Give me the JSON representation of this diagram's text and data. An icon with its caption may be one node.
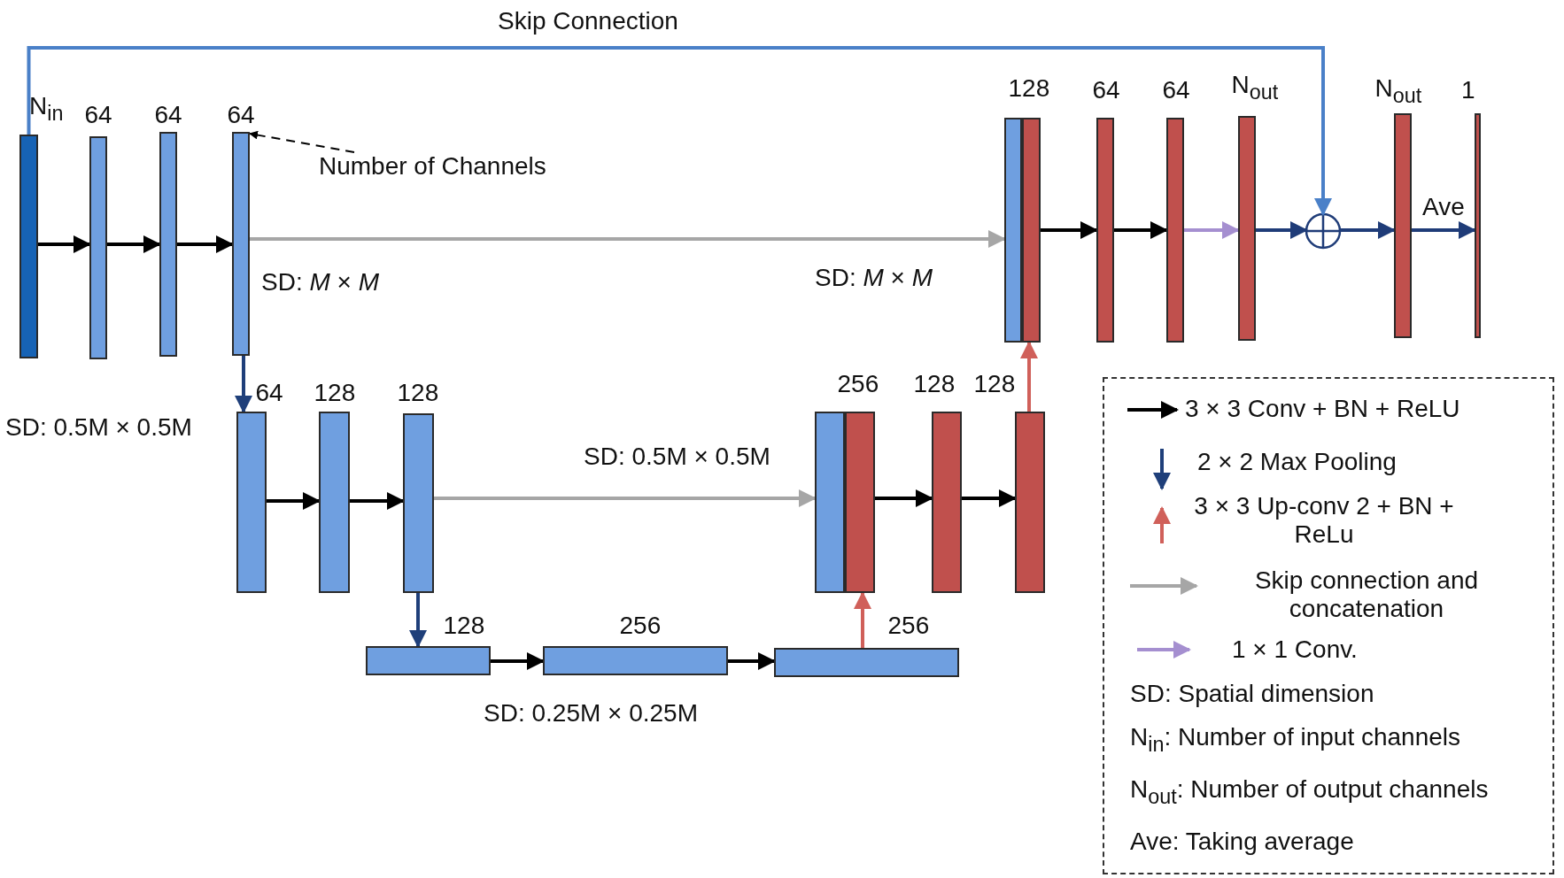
{
  "diagram": {
    "nodes": [
      {
        "text": [],
        "shape": "bar",
        "beside": [
          "N$_{in}$"
        ]
      },
      {
        "text": [],
        "shape": "bar",
        "beside": [
          "64"
        ]
      },
      {
        "text": [],
        "shape": "bar",
        "beside": [
          "64"
        ]
      },
      {
        "text": [],
        "shape": "bar",
        "beside": [
          "64"
        ]
      },
      {
        "text": [],
        "shape": "bar",
        "beside": [
          "64"
        ]
      },
      {
        "text": [],
        "shape": "bar",
        "beside": [
          "128"
        ]
      },
      {
        "text": [],
        "shape": "bar",
        "beside": [
          "128"
        ]
      },
      {
        "text": [],
        "shape": "bar",
        "beside": [
          "128"
        ]
      },
      {
        "text": [],
        "shape": "bar",
        "beside": [
          "256"
        ]
      },
      {
        "text": [],
        "shape": "bar",
        "beside": [
          "256"
        ]
      },
      {
        "text": [],
        "shape": "bar"
      },
      {
        "text": [],
        "shape": "bar",
        "beside": [
          "256"
        ]
      },
      {
        "text": [],
        "shape": "bar",
        "beside": [
          "128"
        ]
      },
      {
        "text": [],
        "shape": "bar",
        "beside": [
          "128"
        ]
      },
      {
        "text": [],
        "shape": "bar"
      },
      {
        "text": [],
        "shape": "bar",
        "beside": [
          "128"
        ]
      },
      {
        "text": [],
        "shape": "bar",
        "beside": [
          "64"
        ]
      },
      {
        "text": [],
        "shape": "bar",
        "beside": [
          "64"
        ]
      },
      {
        "text": [],
        "shape": "bar",
        "beside": [
          "N$_{out}$"
        ]
      },
      {
        "text": [],
        "shape": "circle"
      },
      {
        "text": [],
        "shape": "bar",
        "beside": [
          "N$_{out}$"
        ]
      },
      {
        "text": [],
        "shape": "bar",
        "beside": [
          "1"
        ]
      },
      {
        "text": [
          "Number of Channels"
        ]
      }
    ],
    "edges": [
      {
        "from": 0,
        "to": 1,
        "arrow": "to"
      },
      {
        "from": 1,
        "to": 2,
        "arrow": "to"
      },
      {
        "from": 2,
        "to": 3,
        "arrow": "to"
      },
      {
        "from": 3,
        "to": 14,
        "arrow": "to",
        "color": "#a6a6a6"
      },
      {
        "from": 3,
        "to": 4,
        "arrow": "to",
        "color": "#1f3f7a"
      },
      {
        "from": 4,
        "to": 5,
        "arrow": "to"
      },
      {
        "from": 5,
        "to": 6,
        "arrow": "to"
      },
      {
        "from": 6,
        "to": 10,
        "arrow": "to",
        "color": "#a6a6a6"
      },
      {
        "from": 6,
        "to": 7,
        "arrow": "to",
        "color": "#1f3f7a"
      },
      {
        "from": 7,
        "to": 8,
        "arrow": "to"
      },
      {
        "from": 8,
        "to": 9,
        "arrow": "to"
      },
      {
        "from": 9,
        "to": 11,
        "arrow": "to",
        "color": "#d0605a"
      },
      {
        "from": 11,
        "to": 12,
        "arrow": "to"
      },
      {
        "from": 12,
        "to": 13,
        "arrow": "to"
      },
      {
        "from": 13,
        "to": 15,
        "arrow": "to",
        "color": "#d0605a"
      },
      {
        "from": 15,
        "to": 16,
        "arrow": "to"
      },
      {
        "from": 16,
        "to": 17,
        "arrow": "to"
      },
      {
        "from": 17,
        "to": 18,
        "arrow": "to",
        "color": "#a58fd0"
      },
      {
        "from": 18,
        "to": 19,
        "arrow": "to",
        "color": "#1f3c78"
      },
      {
        "from": 19,
        "to": 20,
        "arrow": "to",
        "color": "#1f3c78"
      },
      {
        "from": 20,
        "to": 21,
        "arrow": "to",
        "color": "#1f3c78",
        "label": "Ave"
      },
      {
        "from": 0,
        "to": 19,
        "arrow": "to",
        "color": "#4a80c8",
        "label": "Skip Connection"
      },
      {
        "from": 22,
        "to": 3,
        "arrow": "to",
        "style": "dashed"
      }
    ],
    "labels": [
      "SD:  *M* × *M*",
      "SD:  *M* × *M*",
      "SD: 0.5M × 0.5M",
      "SD: 0.5M × 0.5M",
      "SD:  0.25M × 0.25M",
      "SD:     Spatial dimension",
      "N$_{in}$: Number of input channels",
      "N$_{out}$: Number of output channels",
      "Ave: Taking average"
    ],
    "legend": [
      {
        "text": "3 × 3 Conv + BN + ReLU"
      },
      {
        "text": "2 × 2  Max Pooling"
      },
      {
        "text": "3 × 3 Up-conv 2 + BN + ReLu"
      },
      {
        "text": "Skip connection and concatenation"
      },
      {
        "text": "1 × 1  Conv."
      }
    ]
  }
}
